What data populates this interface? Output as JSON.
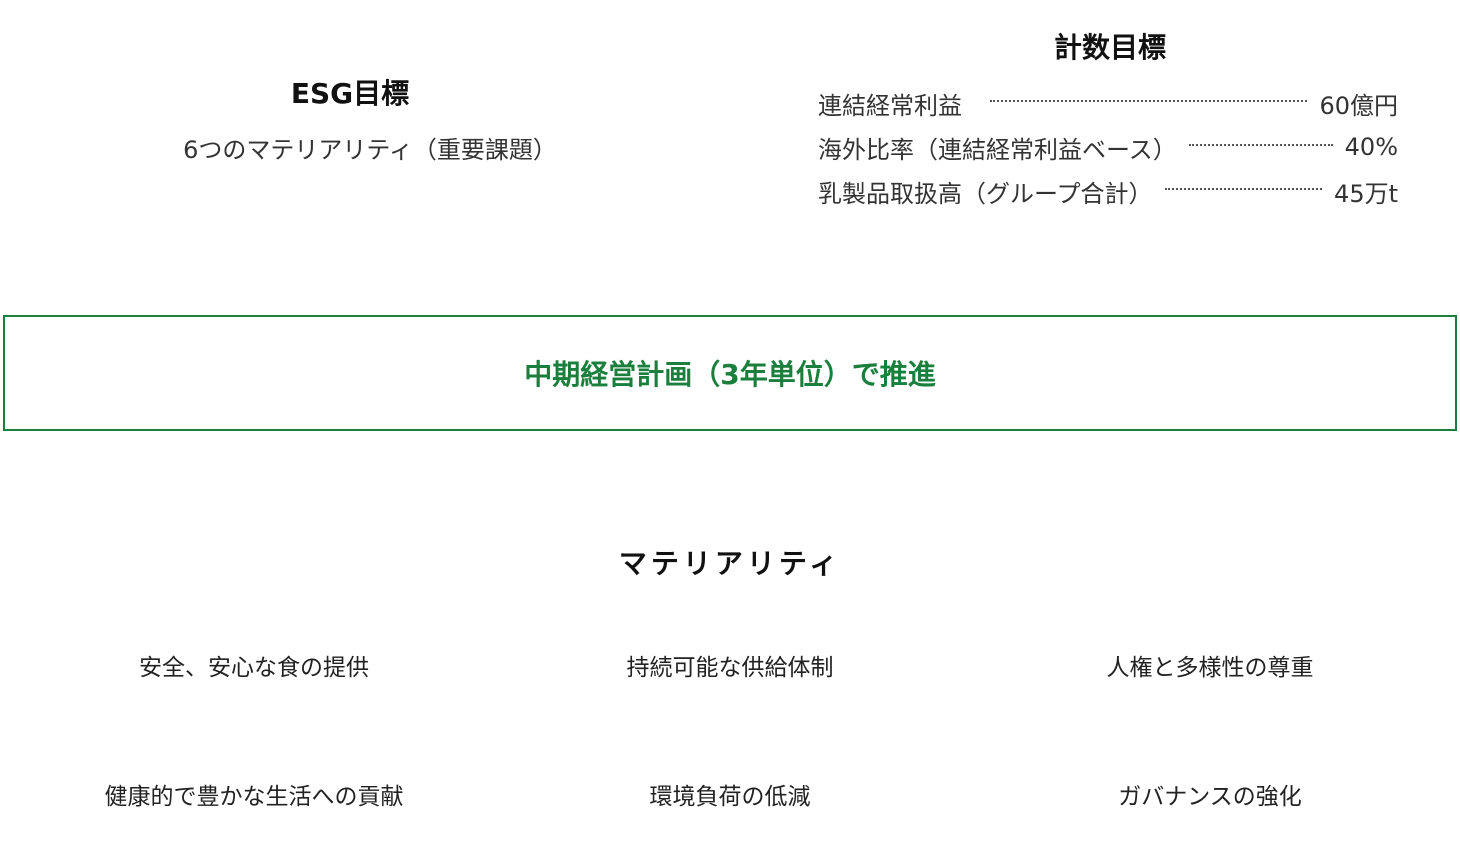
{
  "esg": {
    "title": "ESG目標",
    "subtitle": "6つのマテリアリティ（重要課題）"
  },
  "kpi": {
    "title": "計数目標",
    "rows": [
      {
        "label": "連結経常利益",
        "value": "60億円"
      },
      {
        "label": "海外比率（連結経常利益ベース）",
        "value": "40%"
      },
      {
        "label": "乳製品取扱高（グループ合計）",
        "value": "45万t"
      }
    ]
  },
  "banner": {
    "text": "中期経営計画（3年単位）で推進",
    "color": "#1a7f3c"
  },
  "materiality": {
    "title": "マテリアリティ",
    "items": [
      "安全、安心な食の提供",
      "持続可能な供給体制",
      "人権と多様性の尊重",
      "健康的で豊かな生活への貢献",
      "環境負荷の低減",
      "ガバナンスの強化"
    ]
  }
}
